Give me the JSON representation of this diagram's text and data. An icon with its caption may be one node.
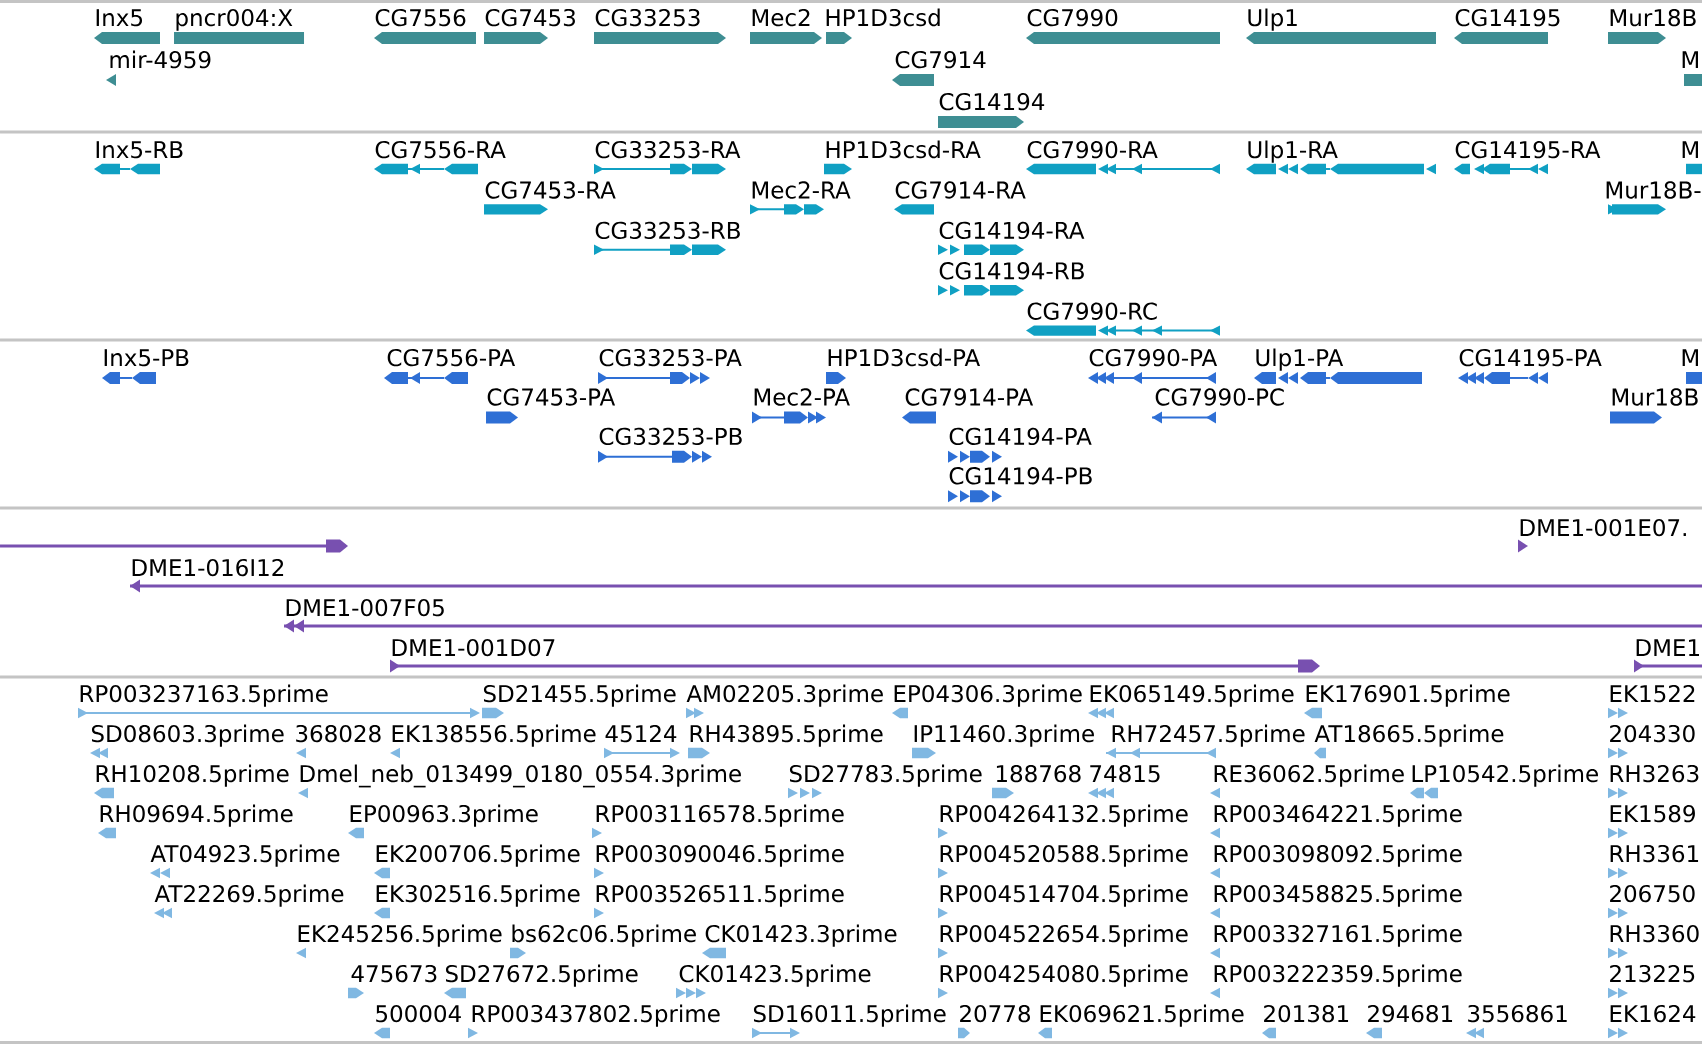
{
  "diagram": {
    "labels": [
      "Inx5",
      "pncr004:X",
      "CG7556",
      "CG7453",
      "CG33253",
      "Mec2",
      "HP1D3csd",
      "CG7990",
      "Ulp1",
      "CG14195",
      "Mur18B",
      "mir-4959",
      "CG7914",
      "M",
      "CG14194",
      "Inx5-RB",
      "CG7556-RA",
      "CG33253-RA",
      "HP1D3csd-RA",
      "CG7990-RA",
      "Ulp1-RA",
      "CG14195-RA",
      "M",
      "CG7453-RA",
      "Mec2-RA",
      "CG7914-RA",
      "Mur18B-",
      "CG33253-RB",
      "CG14194-RA",
      "CG14194-RB",
      "CG7990-RC",
      "Inx5-PB",
      "CG7556-PA",
      "CG33253-PA",
      "HP1D3csd-PA",
      "CG7990-PA",
      "Ulp1-PA",
      "CG14195-PA",
      "M",
      "CG7453-PA",
      "Mec2-PA",
      "CG7914-PA",
      "CG7990-PC",
      "Mur18B",
      "CG33253-PB",
      "CG14194-PA",
      "CG14194-PB",
      "DME1-001E07.",
      "DME1-016I12",
      "DME1-007F05",
      "DME1-001D07",
      "DME1",
      "RP003237163.5prime",
      "SD21455.5prime",
      "AM02205.3prime",
      "EP04306.3prime",
      "EK065149.5prime",
      "EK176901.5prime",
      "EK1522",
      "SD08603.3prime",
      "368028",
      "EK138556.5prime",
      "45124",
      "RH43895.5prime",
      "IP11460.3prime",
      "RH72457.5prime",
      "AT18665.5prime",
      "204330",
      "RH10208.5prime",
      "Dmel_neb_013499_0180_0554.3prime",
      "SD27783.5prime",
      "188768",
      "74815",
      "RE36062.5prime",
      "LP10542.5prime",
      "RH3263",
      "RH09694.5prime",
      "EP00963.3prime",
      "RP003116578.5prime",
      "RP004264132.5prime",
      "RP003464221.5prime",
      "EK1589",
      "AT04923.5prime",
      "EK200706.5prime",
      "RP003090046.5prime",
      "RP004520588.5prime",
      "RP003098092.5prime",
      "RH3361",
      "AT22269.5prime",
      "EK302516.5prime",
      "RP003526511.5prime",
      "RP004514704.5prime",
      "RP003458825.5prime",
      "206750",
      "EK245256.5prime",
      "bs62c06.5prime",
      "CK01423.3prime",
      "RP004522654.5prime",
      "RP003327161.5prime",
      "RH3360",
      "475673",
      "SD27672.5prime",
      "CK01423.5prime",
      "RP004254080.5prime",
      "RP003222359.5prime",
      "213225",
      "500004",
      "RP003437802.5prime",
      "SD16011.5prime",
      "20778",
      "EK069621.5prime",
      "201381",
      "294681",
      "3556861",
      "EK1624"
    ]
  }
}
